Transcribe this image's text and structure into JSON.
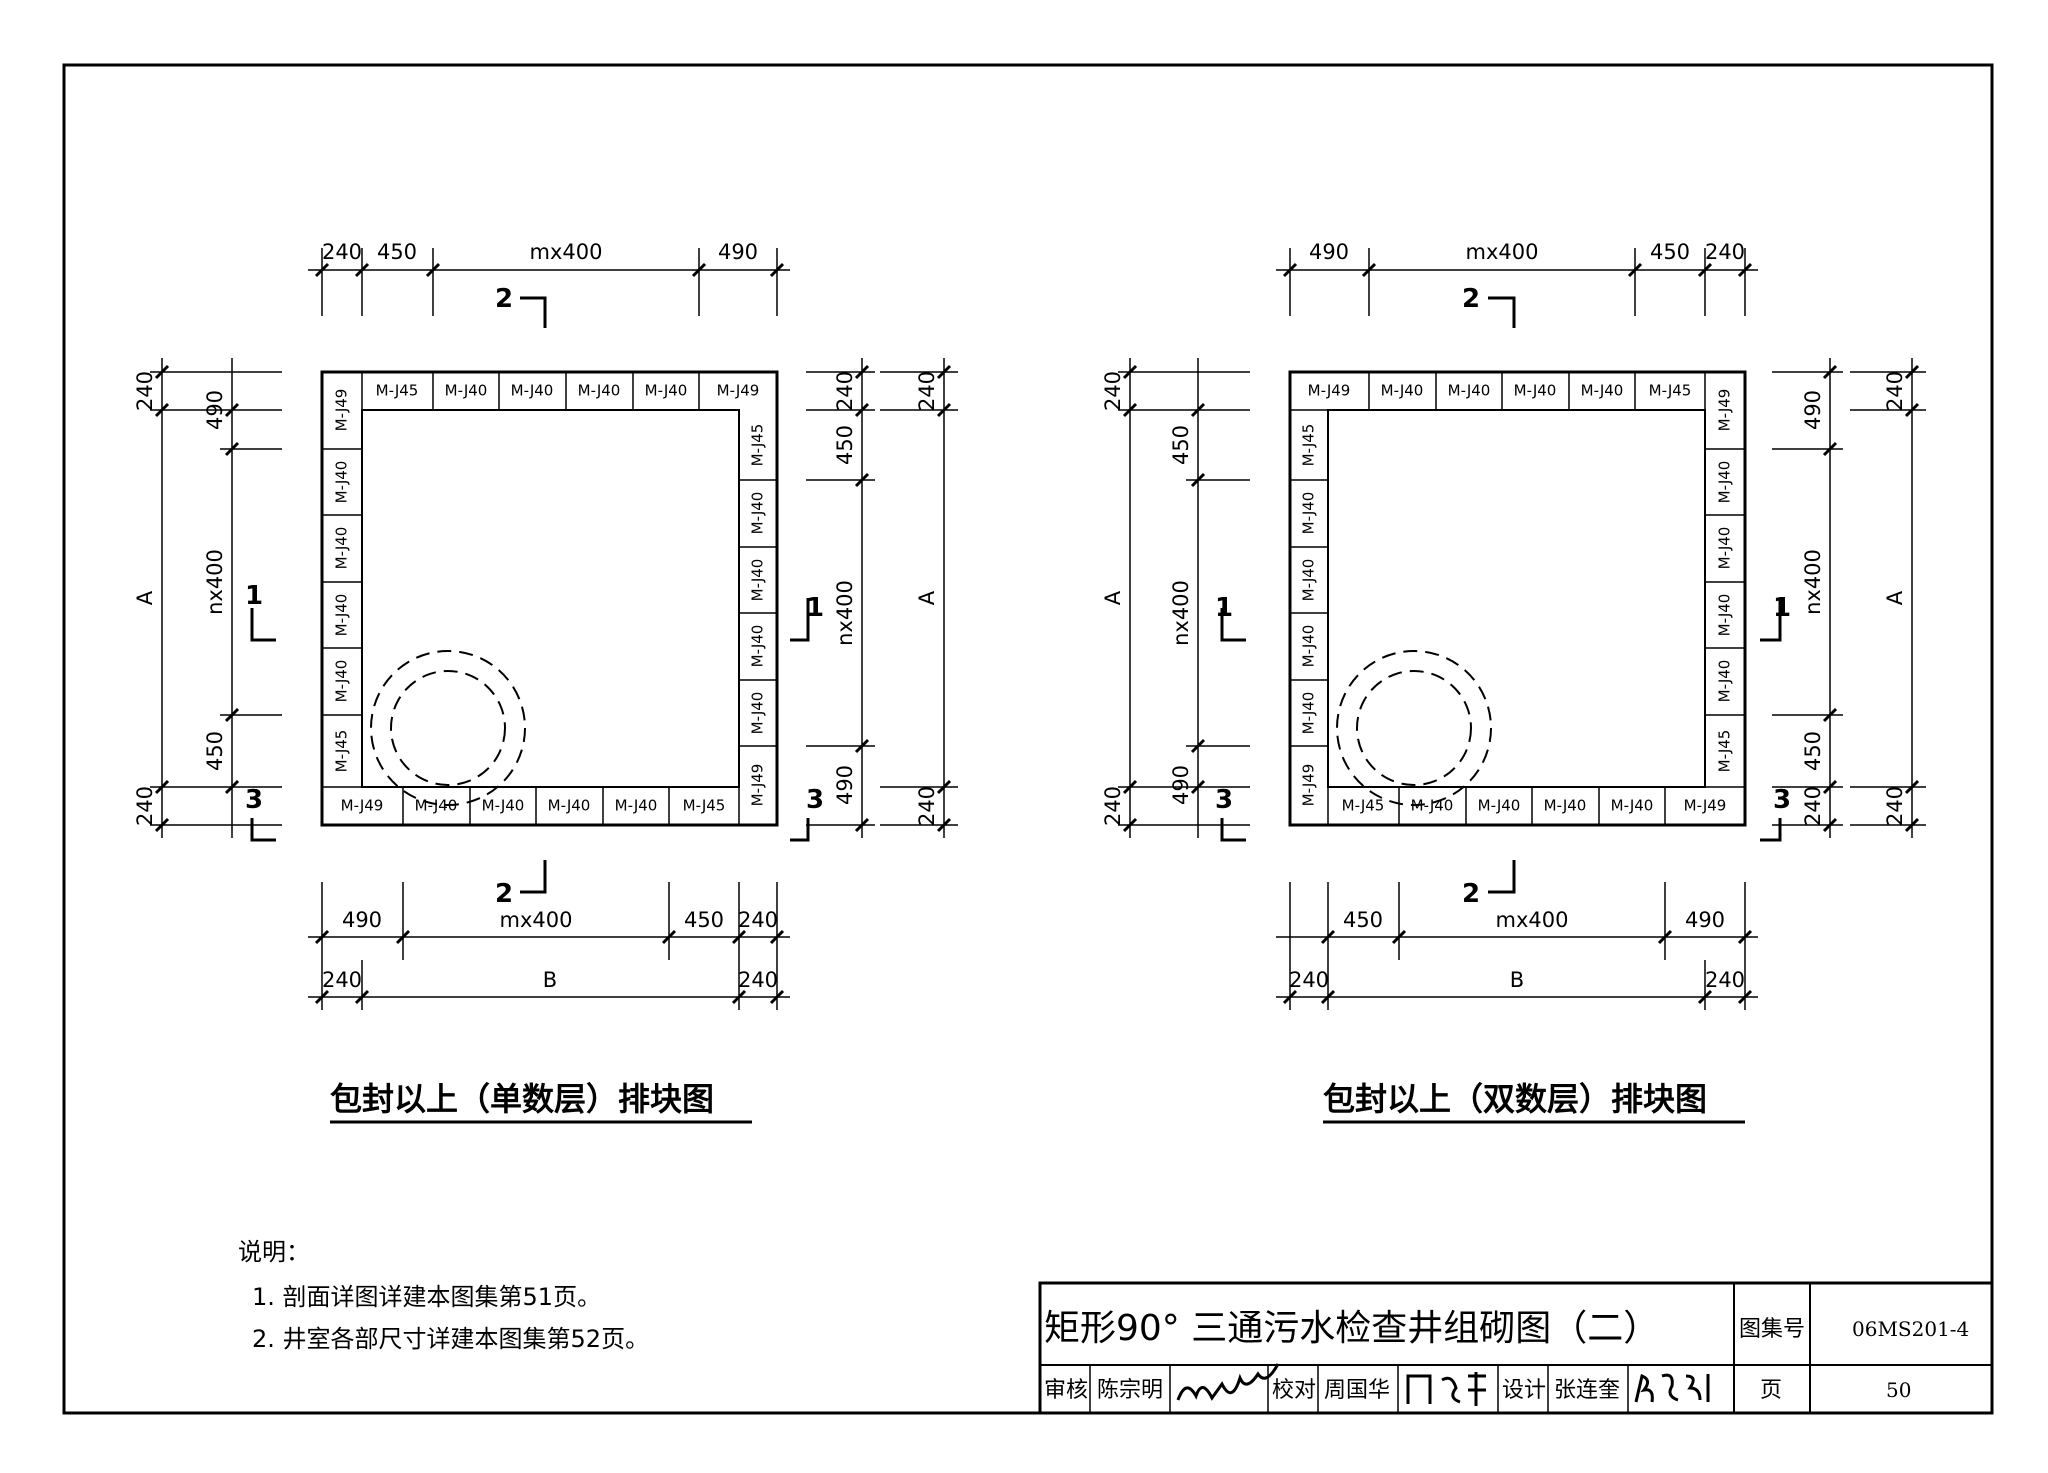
{
  "left": {
    "title": "包封以上（单数层）排块图",
    "top_dims": [
      "240",
      "450",
      "mx400",
      "490"
    ],
    "bottom_dims_1": [
      "490",
      "mx400",
      "450",
      "240"
    ],
    "bottom_dims_2": [
      "240",
      "B",
      "240"
    ],
    "left_dims_outer": [
      "240",
      "A",
      "240"
    ],
    "left_dims_inner": [
      "490",
      "nx400",
      "450"
    ],
    "right_dims_inner": [
      "240",
      "450",
      "nx400",
      "490"
    ],
    "right_dims_outer": [
      "240",
      "A",
      "240"
    ],
    "top_row": [
      "M-J45",
      "M-J40",
      "M-J40",
      "M-J40",
      "M-J40",
      "M-J49"
    ],
    "bottom_row": [
      "M-J49",
      "M-J40",
      "M-J40",
      "M-J40",
      "M-J40",
      "M-J45"
    ],
    "left_col": [
      "M-J49",
      "M-J40",
      "M-J40",
      "M-J40",
      "M-J40",
      "M-J45"
    ],
    "right_col": [
      "M-J45",
      "M-J40",
      "M-J40",
      "M-J40",
      "M-J40",
      "M-J49"
    ]
  },
  "right": {
    "title": "包封以上（双数层）排块图",
    "top_dims": [
      "490",
      "mx400",
      "450",
      "240"
    ],
    "bottom_dims_1": [
      "450",
      "mx400",
      "490"
    ],
    "bottom_dims_2": [
      "240",
      "B",
      "240"
    ],
    "left_dims_outer": [
      "240",
      "A",
      "240"
    ],
    "left_dims_inner": [
      "450",
      "nx400",
      "490"
    ],
    "right_dims_inner": [
      "490",
      "nx400",
      "450",
      "240"
    ],
    "right_dims_outer": [
      "240",
      "A",
      "240"
    ],
    "top_row": [
      "M-J49",
      "M-J40",
      "M-J40",
      "M-J40",
      "M-J40",
      "M-J45"
    ],
    "bottom_row": [
      "M-J45",
      "M-J40",
      "M-J40",
      "M-J40",
      "M-J40",
      "M-J49"
    ],
    "left_col": [
      "M-J45",
      "M-J40",
      "M-J40",
      "M-J40",
      "M-J40",
      "M-J49"
    ],
    "right_col": [
      "M-J49",
      "M-J40",
      "M-J40",
      "M-J40",
      "M-J40",
      "M-J45"
    ]
  },
  "section_marks": {
    "s1": "1",
    "s2": "2",
    "s3": "3"
  },
  "notes": {
    "heading": "说明：",
    "items": [
      "1. 剖面详图详建本图集第51页。",
      "2. 井室各部尺寸详建本图集第52页。"
    ]
  },
  "title_block": {
    "drawing_title": "矩形90° 三通污水检查井组砌图（二）",
    "atlas_label": "图集号",
    "atlas_no": "06MS201-4",
    "review_label": "审核",
    "reviewer": "陈宗明",
    "check_label": "校对",
    "checker": "周国华",
    "design_label": "设计",
    "designer": "张连奎",
    "page_label": "页",
    "page_no": "50"
  }
}
